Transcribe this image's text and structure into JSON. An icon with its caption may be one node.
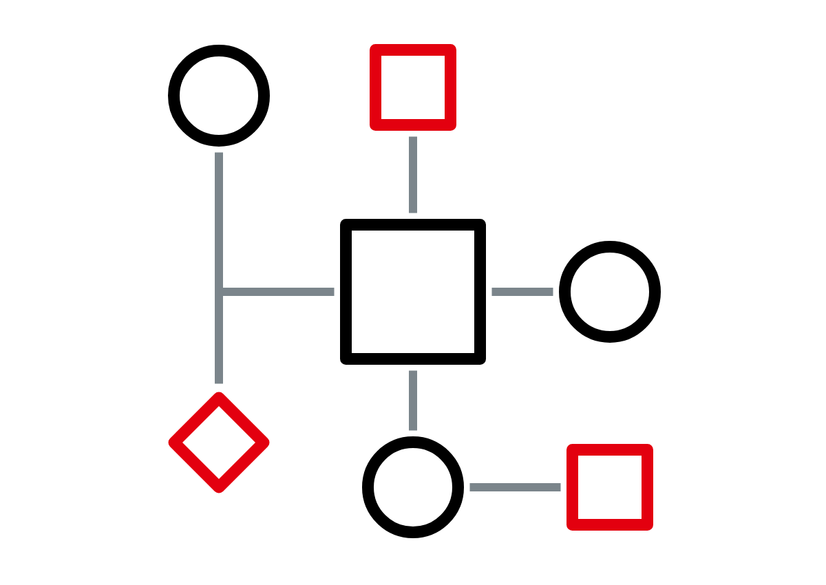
{
  "diagram": {
    "nodes": [
      {
        "text": [],
        "shape": "circle"
      },
      {
        "text": [],
        "shape": "box"
      },
      {
        "text": [],
        "shape": "box"
      },
      {
        "text": [],
        "shape": "circle"
      },
      {
        "text": [],
        "shape": "diamond"
      },
      {
        "text": [],
        "shape": "circle"
      },
      {
        "text": [],
        "shape": "box"
      }
    ],
    "edges": [
      {
        "from": 0,
        "to": 2,
        "arrow": "none"
      },
      {
        "from": 4,
        "to": 2,
        "arrow": "none"
      },
      {
        "from": 1,
        "to": 2,
        "arrow": "none"
      },
      {
        "from": 2,
        "to": 3,
        "arrow": "none"
      },
      {
        "from": 2,
        "to": 5,
        "arrow": "none"
      },
      {
        "from": 5,
        "to": 6,
        "arrow": "none"
      }
    ]
  }
}
